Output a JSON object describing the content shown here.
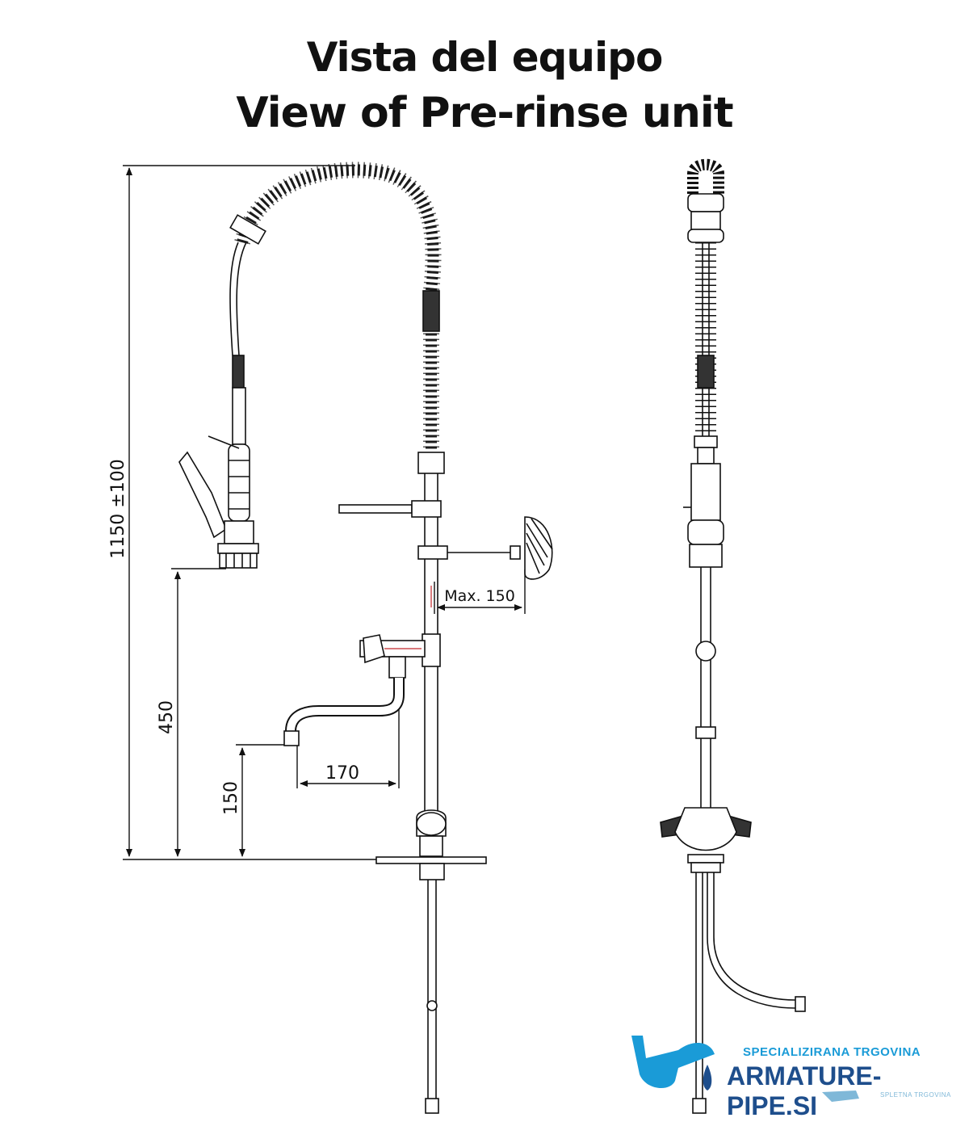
{
  "title_es": "Vista del equipo",
  "title_en": "View of Pre-rinse unit",
  "dimensions": {
    "total_height": "1150 ±100",
    "spray_height": "450",
    "spout_height": "150",
    "spout_reach": "170",
    "arm_reach": "Max. 150"
  },
  "logo": {
    "tagline": "SPECIALIZIRANA TRGOVINA",
    "name": "ARMATURE-PIPE.SI",
    "sub": "SPLETNA TRGOVINA",
    "colors": {
      "primary": "#1e4e8c",
      "accent": "#1a9bd7"
    }
  }
}
